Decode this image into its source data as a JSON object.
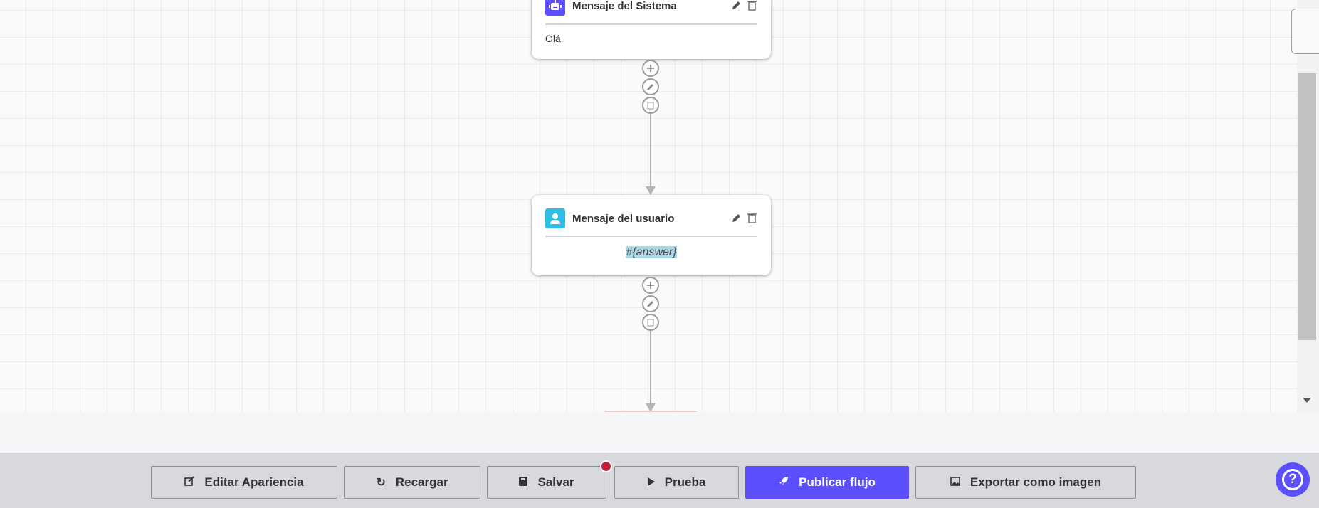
{
  "nodes": [
    {
      "type": "system",
      "title": "Mensaje del Sistema",
      "body": "Olá",
      "icon": "robot-icon",
      "icon_color": "#5b4ffe"
    },
    {
      "type": "user",
      "title": "Mensaje del usuario",
      "body": "#{answer}",
      "icon": "user-icon",
      "icon_color": "#2ebfe9"
    }
  ],
  "toolbar": {
    "edit_label": "Editar Apariencia",
    "reload_label": "Recargar",
    "save_label": "Salvar",
    "test_label": "Prueba",
    "publish_label": "Publicar flujo",
    "export_label": "Exportar como imagen"
  },
  "colors": {
    "accent": "#5b4ffe",
    "unsaved_dot": "#c0203a",
    "highlight": "#add8e6"
  }
}
